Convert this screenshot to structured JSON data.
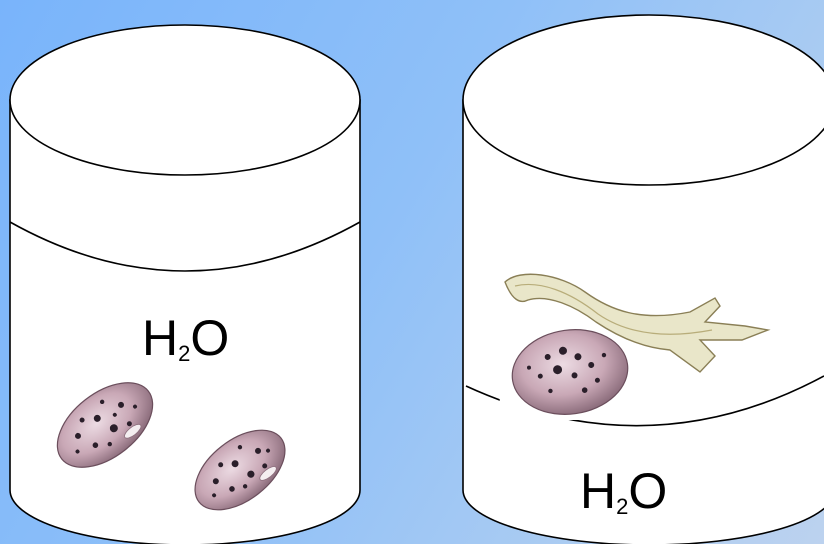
{
  "colors": {
    "background_from": "#79b4fb",
    "background_to": "#bcd2ef",
    "container_fill": "#ffffff",
    "outline": "#000000",
    "seed_skin": "#c9a8b6",
    "seed_spots": "#2a1f2a",
    "sprout": "#e9e6c9",
    "sprout_edge": "#8a7f56"
  },
  "containers": [
    {
      "label": "H₂O",
      "formula": {
        "main": "H",
        "subscript": "2",
        "tail": "O"
      },
      "water_level": "high",
      "seeds": {
        "count": 2,
        "state": "dry bean seed"
      }
    },
    {
      "label": "H₂O",
      "formula": {
        "main": "H",
        "subscript": "2",
        "tail": "O"
      },
      "water_level": "low",
      "seeds": {
        "count": 1,
        "state": "germinating bean seed with root sprout"
      }
    }
  ]
}
